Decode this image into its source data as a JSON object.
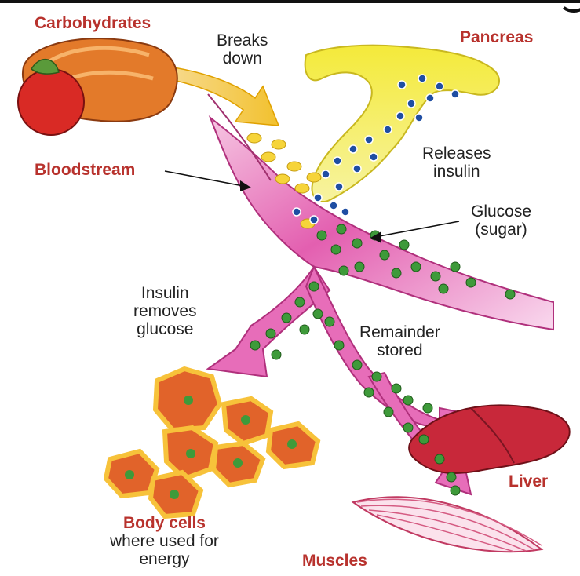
{
  "labels": {
    "carbohydrates": "Carbohydrates",
    "pancreas": "Pancreas",
    "breaks_down": [
      "Breaks",
      "down"
    ],
    "bloodstream": "Bloodstream",
    "releases_insulin": [
      "Releases",
      "insulin"
    ],
    "glucose": [
      "Glucose",
      "(sugar)"
    ],
    "insulin_removes": [
      "Insulin",
      "removes",
      "glucose"
    ],
    "remainder_stored": [
      "Remainder",
      "stored"
    ],
    "liver": "Liver",
    "body_cells": "Body cells",
    "body_cells_desc": [
      "where used for",
      "energy"
    ],
    "muscles": "Muscles"
  },
  "colors": {
    "label_accent": "#b8322d",
    "bloodstream": "#e35fb0",
    "insulin": "#1f4ea3",
    "glucose": "#3e9a3a",
    "pancreas": "#f4ea3a",
    "liver": "#c8283a",
    "body_cell": "#e1632a"
  },
  "icons": [
    "food-icon",
    "pancreas-icon",
    "liver-icon",
    "muscle-icon",
    "body-cell-icon"
  ]
}
